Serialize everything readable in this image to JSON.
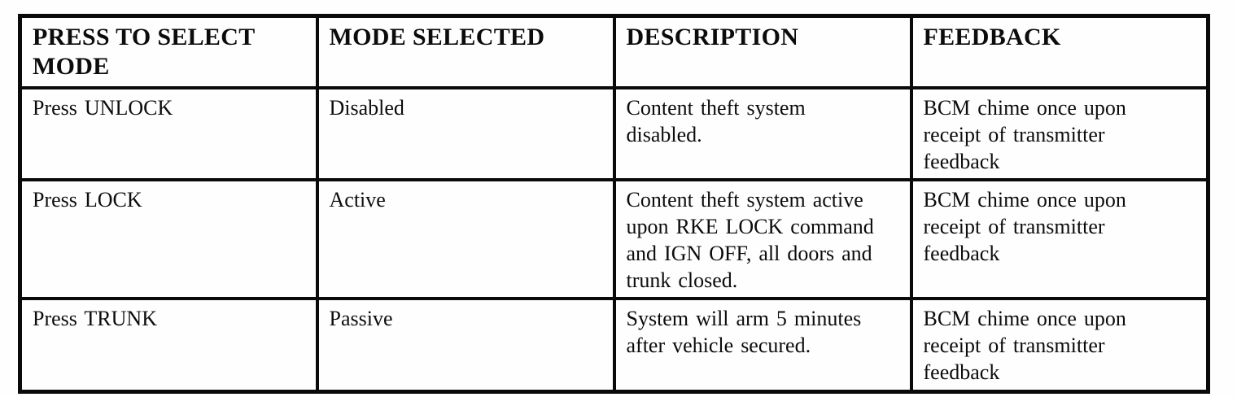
{
  "table": {
    "columns": [
      "PRESS TO SELECT\nMODE",
      "MODE SELECTED",
      "DESCRIPTION",
      "FEEDBACK"
    ],
    "rows": [
      {
        "press": "Press UNLOCK",
        "mode": "Disabled",
        "description": "Content theft system\ndisabled.",
        "feedback": "BCM chime once upon\nreceipt of transmitter\nfeedback"
      },
      {
        "press": "Press LOCK",
        "mode": "Active",
        "description": "Content theft system active\nupon RKE LOCK command\nand IGN OFF, all doors and\ntrunk closed.",
        "feedback": "BCM chime once upon\nreceipt of transmitter\nfeedback"
      },
      {
        "press": "Press TRUNK",
        "mode": "Passive",
        "description": "System will arm 5 minutes\nafter vehicle secured.",
        "feedback": "BCM chime once upon\nreceipt of transmitter\nfeedback"
      }
    ]
  },
  "colors": {
    "border": "#0a0a0a",
    "text": "#0c0c0c",
    "background": "#fefefe"
  }
}
